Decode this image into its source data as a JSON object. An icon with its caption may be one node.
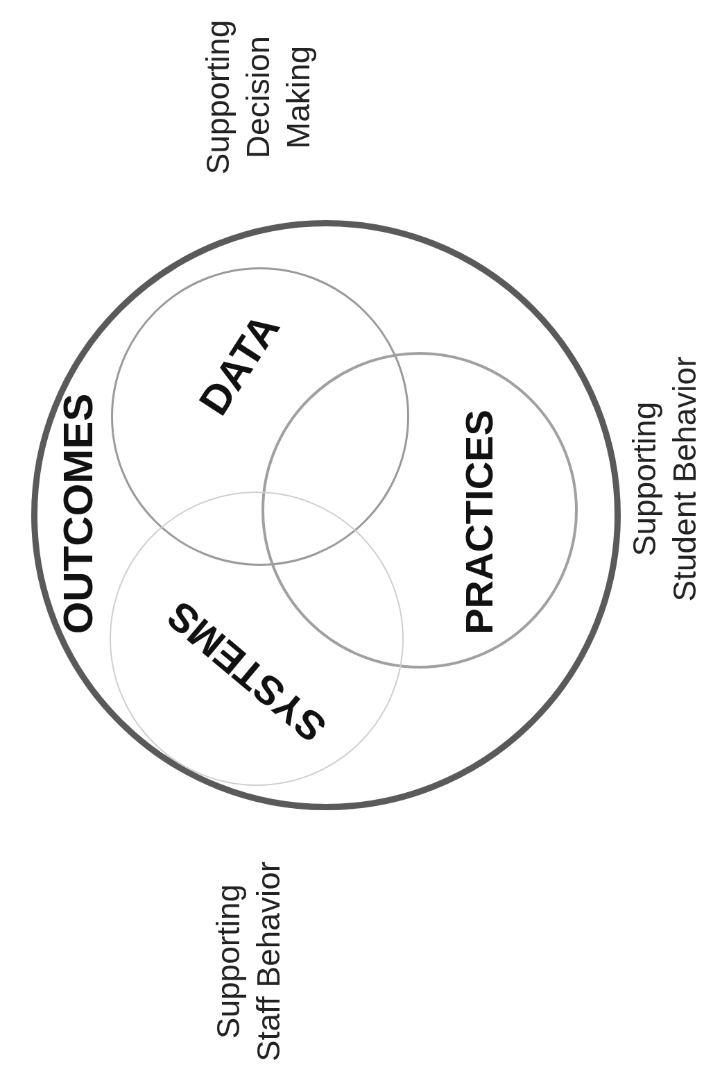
{
  "diagram": {
    "nodes": [
      {
        "text": [
          "OUTCOMES"
        ]
      },
      {
        "text": [
          "DATA"
        ],
        "in": 0
      },
      {
        "text": [
          "PRACTICES"
        ],
        "in": 0
      },
      {
        "text": [
          "SYSTEMS"
        ],
        "in": 0
      }
    ],
    "labels": [
      "Supporting Decision Making",
      "Supporting Student Behavior",
      "Supporting Staff Behavior"
    ]
  }
}
